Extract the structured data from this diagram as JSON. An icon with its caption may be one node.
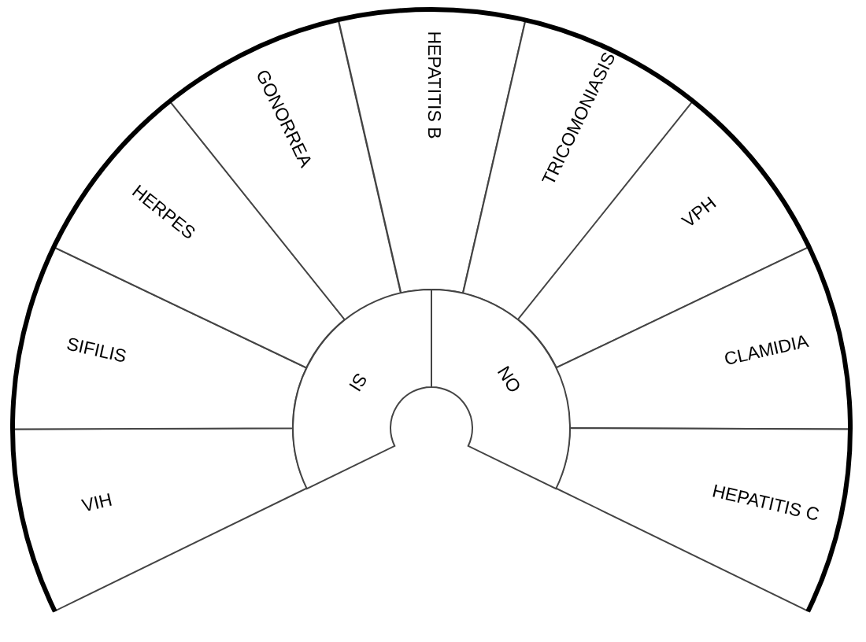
{
  "diagram": {
    "nodes": [
      {
        "text": [
          "VIH"
        ]
      },
      {
        "text": [
          "SIFILIS"
        ]
      },
      {
        "text": [
          "HERPES"
        ]
      },
      {
        "text": [
          "GONORREA"
        ]
      },
      {
        "text": [
          "HEPATITIS B"
        ]
      },
      {
        "text": [
          "TRICOMONIASIS"
        ]
      },
      {
        "text": [
          "VPH"
        ]
      },
      {
        "text": [
          "CLAMIDIA"
        ]
      },
      {
        "text": [
          "HEPATITIS C"
        ]
      },
      {
        "text": [
          "SI"
        ]
      },
      {
        "text": [
          "NO"
        ]
      }
    ]
  }
}
